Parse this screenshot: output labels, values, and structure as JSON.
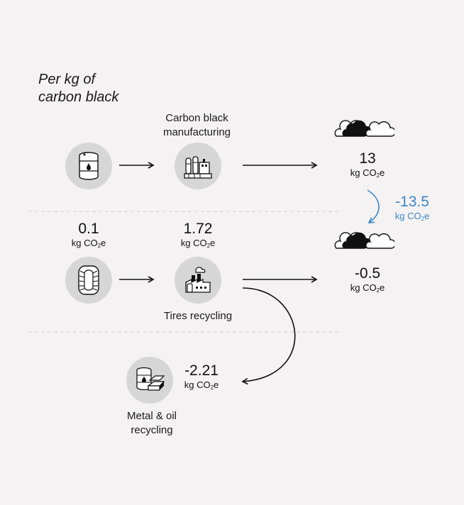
{
  "heading": {
    "line1": "Per kg of",
    "line2": "carbon black"
  },
  "manufacturing": {
    "label_line1": "Carbon black",
    "label_line2": "manufacturing",
    "emission": {
      "value": "13",
      "unit": "kg CO",
      "unit_sub": "2",
      "unit_suffix": "e"
    }
  },
  "reduction": {
    "value": "-13.5",
    "unit": "kg CO",
    "unit_sub": "2",
    "unit_suffix": "e",
    "color": "#3d86c6"
  },
  "tire_input": {
    "value": "0.1",
    "unit": "kg CO",
    "unit_sub": "2",
    "unit_suffix": "e"
  },
  "tire_recycling": {
    "label": "Tires recycling",
    "value": "1.72",
    "unit": "kg CO",
    "unit_sub": "2",
    "unit_suffix": "e"
  },
  "net": {
    "value": "-0.5",
    "unit": "kg CO",
    "unit_sub": "2",
    "unit_suffix": "e"
  },
  "metal_oil": {
    "label_line1": "Metal & oil",
    "label_line2": "recycling",
    "value": "-2.21",
    "unit": "kg CO",
    "unit_sub": "2",
    "unit_suffix": "e"
  },
  "icons": [
    "oil-barrel-icon",
    "factory-icon",
    "tire-icon",
    "recycling-plant-icon",
    "metal-oil-icon",
    "cloud-icon"
  ],
  "colors": {
    "background": "#f4f2f2",
    "circle": "#d6d6d6",
    "accent": "#3d86c6"
  }
}
